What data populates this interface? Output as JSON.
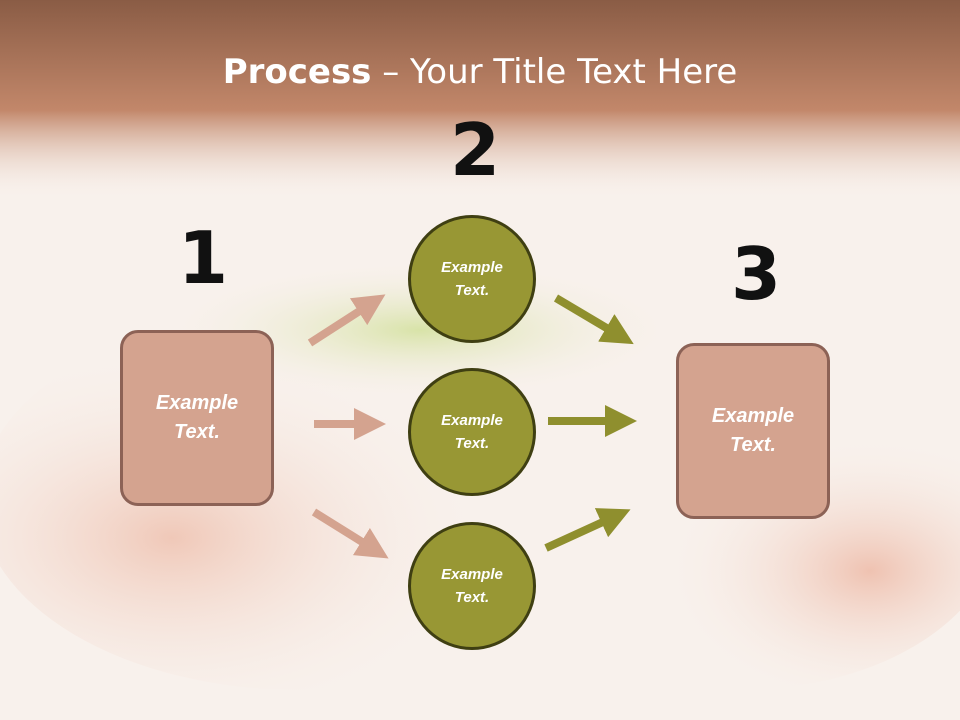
{
  "title": {
    "bold": "Process",
    "rest": " – Your Title Text Here"
  },
  "steps": [
    {
      "number": "1",
      "text": "Example\nText."
    },
    {
      "number": "2",
      "items": [
        "Example\nText.",
        "Example\nText.",
        "Example\nText."
      ]
    },
    {
      "number": "3",
      "text": "Example\nText."
    }
  ],
  "colors": {
    "header": "#b97a5a",
    "box": "#d4a38f",
    "circle": "#989734",
    "arrow_left": "#d4a38f",
    "arrow_right": "#8f8f2e"
  }
}
